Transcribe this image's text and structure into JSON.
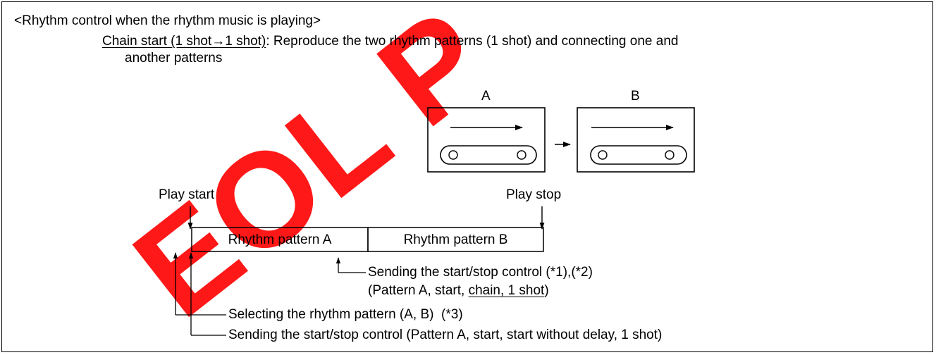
{
  "heading": "<Rhythm control when the rhythm music is playing>",
  "chain": {
    "title": "Chain start (1 shot→1 shot)",
    "desc_line1": ": Reproduce the two rhythm patterns (1 shot) and connecting one and",
    "desc_line2": "another patterns"
  },
  "cassettes": {
    "a_label": "A",
    "b_label": "B"
  },
  "timeline": {
    "play_start": "Play start",
    "play_stop": "Play stop",
    "pattern_a": "Rhythm pattern A",
    "pattern_b": "Rhythm pattern B"
  },
  "annotations": {
    "note1": "Sending the start/stop control (*1),(*2)",
    "note2_prefix": "(Pattern A, start, ",
    "note2_underlined": "chain, 1 shot",
    "note2_suffix": ")",
    "note3_main": "Selecting the rhythm pattern (A, B)",
    "note3_ref": "(*3)",
    "note4": "Sending the start/stop control (Pattern A, start, start without delay, 1 shot)"
  },
  "watermark": {
    "text": "EOL P",
    "color": "#ff0000"
  }
}
